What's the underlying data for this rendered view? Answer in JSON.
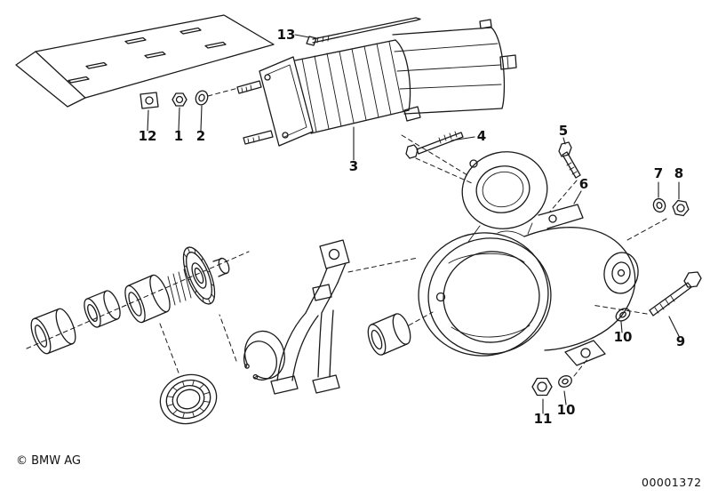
{
  "page": {
    "background_color": "#ffffff",
    "line_color": "#1a1a1a"
  },
  "footer": {
    "copyright": "© BMW AG",
    "document_number": "00001372"
  },
  "callouts": {
    "c1": "1",
    "c2": "2",
    "c3": "3",
    "c4": "4",
    "c5": "5",
    "c6": "6",
    "c7": "7",
    "c8": "8",
    "c9": "9",
    "c10a": "10",
    "c10b": "10",
    "c11": "11",
    "c12": "12",
    "c13": "13"
  }
}
